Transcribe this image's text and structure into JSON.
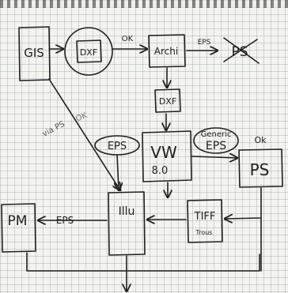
{
  "nodes": {
    "gis": "GIS",
    "dxf_circle": "DXF",
    "archi": "Archi",
    "ps_crossed": "PS",
    "dxf_box": "DXF",
    "eps_ellipse": "EPS",
    "generic_eps_line1": "Generic",
    "generic_eps_line2": "EPS",
    "vw_line1": "VW",
    "vw_line2": "8.0",
    "ps_box": "PS",
    "illu": "Illu",
    "tiff_line1": "TIFF",
    "tiff_line2": "Trous",
    "pm": "PM"
  },
  "edge_labels": {
    "ok_top": "OK",
    "eps_archi_ps": "EPS",
    "via_ps": "via PS",
    "ok_diag": "OK",
    "ok_right": "Ok",
    "eps_illu_pm": "EPS"
  }
}
